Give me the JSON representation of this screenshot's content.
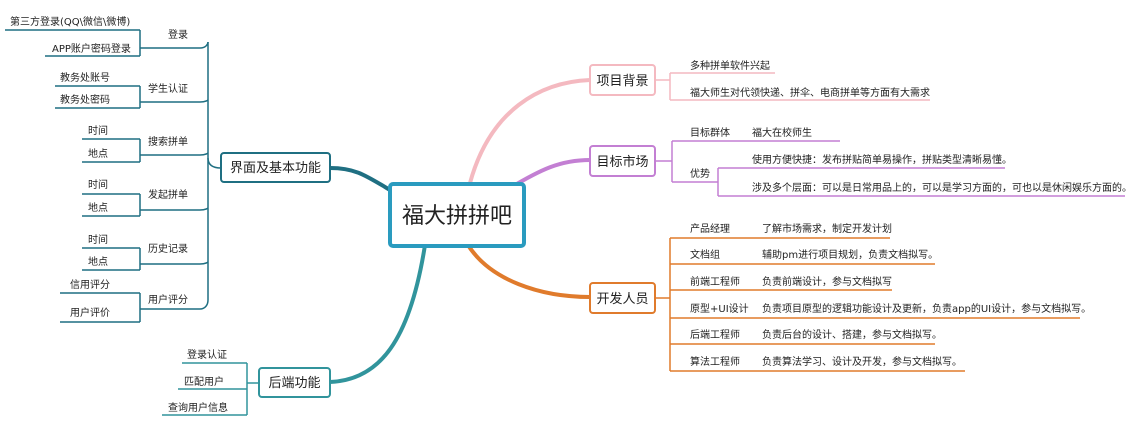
{
  "root": {
    "label": "福大拼拼吧"
  },
  "left": {
    "ui": {
      "label": "界面及基本功能",
      "children": [
        {
          "label": "登录",
          "children": [
            "第三方登录(QQ\\微信\\微博)",
            "APP账户密码登录"
          ]
        },
        {
          "label": "学生认证",
          "children": [
            "教务处账号",
            "教务处密码"
          ]
        },
        {
          "label": "搜索拼单",
          "children": [
            "时间",
            "地点"
          ]
        },
        {
          "label": "发起拼单",
          "children": [
            "时间",
            "地点"
          ]
        },
        {
          "label": "历史记录",
          "children": [
            "时间",
            "地点"
          ]
        },
        {
          "label": "用户评分",
          "children": [
            "信用评分",
            "用户评价"
          ]
        }
      ]
    },
    "backend": {
      "label": "后端功能",
      "children": [
        "登录认证",
        "匹配用户",
        "查询用户信息"
      ]
    }
  },
  "right": {
    "background": {
      "label": "项目背景",
      "children": [
        "多种拼单软件兴起",
        "福大师生对代领快递、拼伞、电商拼单等方面有大需求"
      ]
    },
    "market": {
      "label": "目标市场",
      "group": {
        "label": "目标群体",
        "value": "福大在校师生"
      },
      "advantage": {
        "label": "优势",
        "children": [
          "使用方便快捷：发布拼贴简单易操作，拼贴类型清晰易懂。",
          "涉及多个层面：可以是日常用品上的，可以是学习方面的，可也以是休闲娱乐方面的。"
        ]
      }
    },
    "dev": {
      "label": "开发人员",
      "roles": [
        {
          "role": "产品经理",
          "desc": "了解市场需求，制定开发计划"
        },
        {
          "role": "文档组",
          "desc": "辅助pm进行项目规划，负责文档拟写。"
        },
        {
          "role": "前端工程师",
          "desc": "负责前端设计，参与文档拟写"
        },
        {
          "role": "原型+UI设计",
          "desc": "负责项目原型的逻辑功能设计及更新，负责app的UI设计，参与文档拟写。"
        },
        {
          "role": "后端工程师",
          "desc": "负责后台的设计、搭建，参与文档拟写。"
        },
        {
          "role": "算法工程师",
          "desc": "负责算法学习、设计及开发，参与文档拟写。"
        }
      ]
    }
  },
  "colors": {
    "ui": "#1f6f82",
    "backend": "#31949c",
    "background": "#f4b9c0",
    "market": "#c37fd3",
    "dev": "#e07b2c",
    "root_border": "#2a9bbf"
  }
}
